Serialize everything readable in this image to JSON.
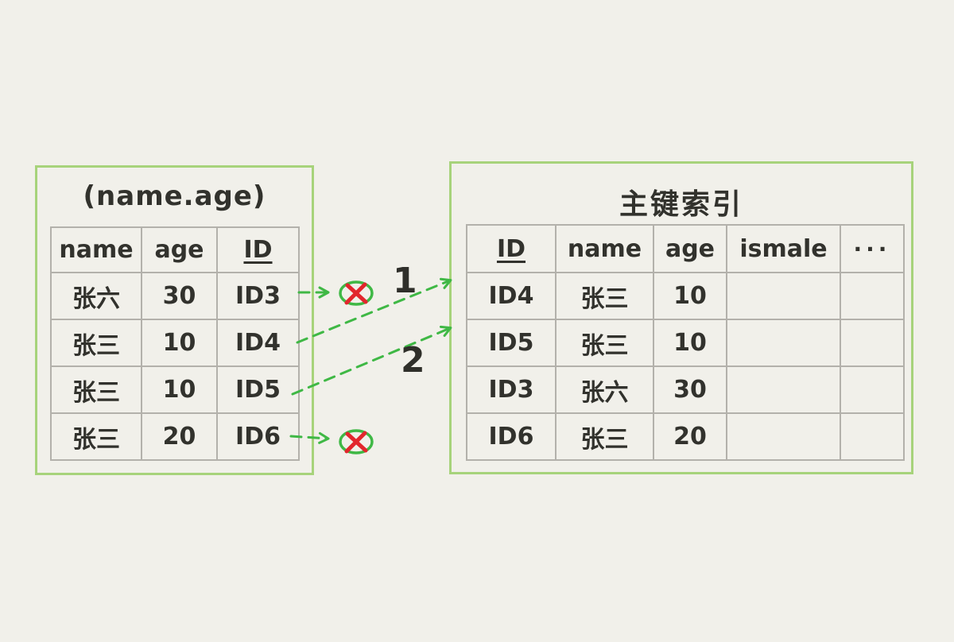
{
  "colors": {
    "background": "#f1f0ea",
    "box_green": "#a7d37b",
    "arrow_green": "#3fb845",
    "cross_red": "#e2262d",
    "table_border_gray": "#b3b1ab",
    "ink": "#32322d"
  },
  "left_table": {
    "title": "(name.age)",
    "columns": [
      "name",
      "age",
      "ID"
    ],
    "rows": [
      [
        "张六",
        "30",
        "ID3"
      ],
      [
        "张三",
        "10",
        "ID4"
      ],
      [
        "张三",
        "10",
        "ID5"
      ],
      [
        "张三",
        "20",
        "ID6"
      ]
    ]
  },
  "right_table": {
    "title": "主键索引",
    "columns": [
      "ID",
      "name",
      "age",
      "ismale",
      "···"
    ],
    "rows": [
      [
        "ID4",
        "张三",
        "10",
        "",
        ""
      ],
      [
        "ID5",
        "张三",
        "10",
        "",
        ""
      ],
      [
        "ID3",
        "张六",
        "30",
        "",
        ""
      ],
      [
        "ID6",
        "张三",
        "20",
        "",
        ""
      ]
    ]
  },
  "annotations": {
    "step_1_label": "1",
    "step_2_label": "2"
  }
}
